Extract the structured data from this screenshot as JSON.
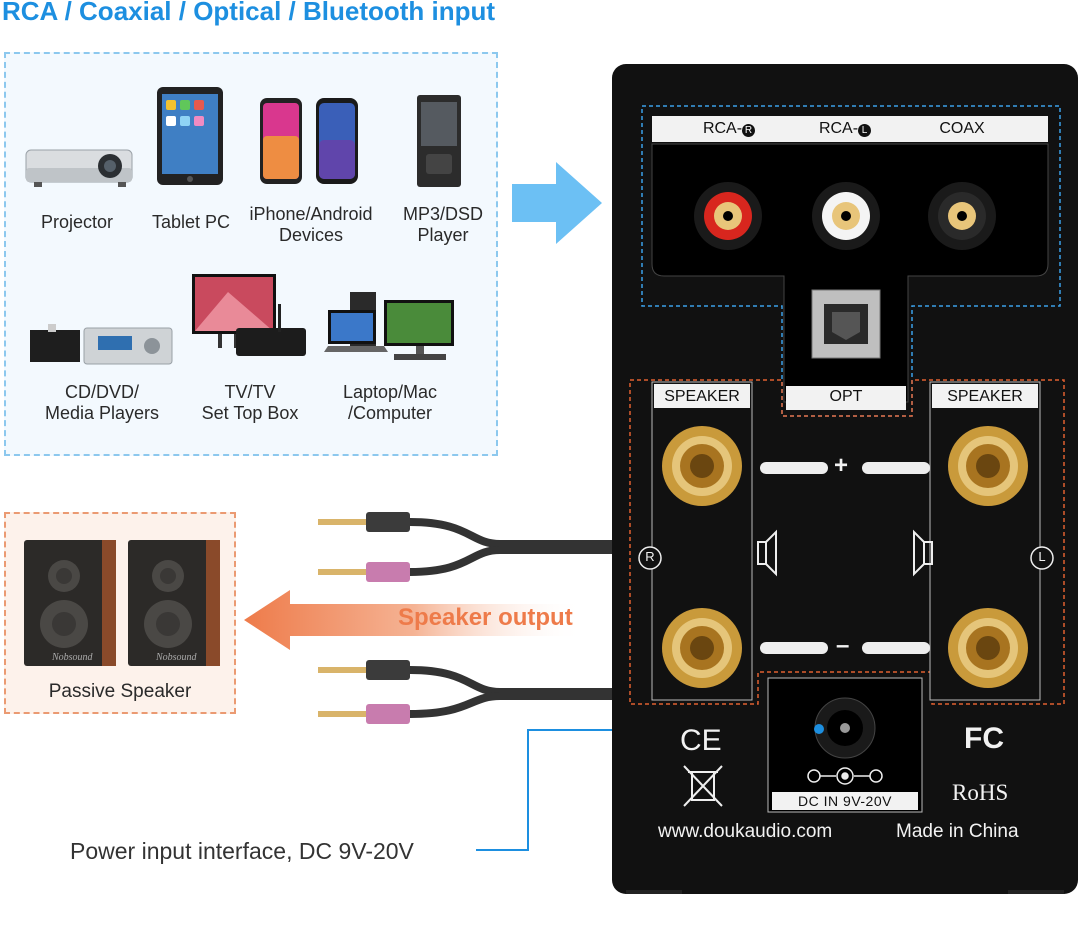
{
  "header": {
    "title": "RCA / Coaxial / Optical / Bluetooth input"
  },
  "sources": {
    "devices": [
      {
        "label": "Projector",
        "icon": "projector-icon"
      },
      {
        "label": "Tablet PC",
        "icon": "tablet-icon"
      },
      {
        "label": "iPhone/Android Devices",
        "line1": "iPhone/Android",
        "line2": "Devices",
        "icon": "smartphone-icon"
      },
      {
        "label": "MP3/DSD Player",
        "line1": "MP3/DSD",
        "line2": "Player",
        "icon": "mp3-player-icon"
      },
      {
        "label": "CD/DVD/ Media Players",
        "line1": "CD/DVD/",
        "line2": "Media Players",
        "icon": "cd-player-icon"
      },
      {
        "label": "TV/TV Set Top Box",
        "line1": "TV/TV",
        "line2": "Set Top Box",
        "icon": "tv-icon"
      },
      {
        "label": "Laptop/Mac /Computer",
        "line1": "Laptop/Mac",
        "line2": "/Computer",
        "icon": "computer-icon"
      }
    ]
  },
  "output": {
    "label": "Speaker output",
    "speaker_label": "Passive Speaker",
    "speaker_brand": "Nobsound"
  },
  "power": {
    "label": "Power input interface, DC 9V-20V"
  },
  "panel": {
    "inputs": {
      "rca_r": "RCA-",
      "rca_r_badge": "R",
      "rca_l": "RCA-",
      "rca_l_badge": "L",
      "coax": "COAX",
      "opt": "OPT"
    },
    "speaker_left": "SPEAKER",
    "speaker_right": "SPEAKER",
    "channel_r": "R",
    "channel_l": "L",
    "plus": "+",
    "minus": "–",
    "dc_in": "DC IN 9V-20V",
    "ce": "CE",
    "fc": "FC",
    "rohs": "RoHS",
    "website": "www.doukaudio.com",
    "origin": "Made in China"
  },
  "colors": {
    "accent_blue": "#1d8fe0",
    "accent_orange": "#ee7b4a",
    "panel": "#111111",
    "gold": "#c99a3b",
    "rca_red": "#d8261e"
  }
}
